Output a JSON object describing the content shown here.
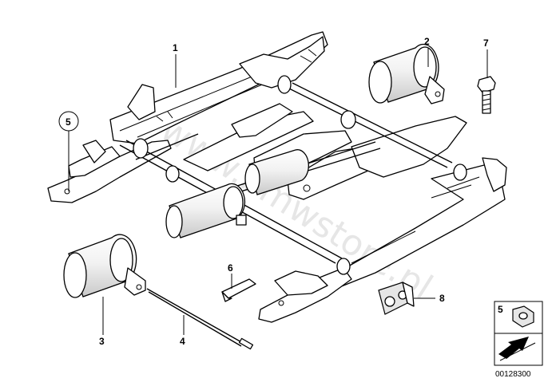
{
  "callouts": [
    {
      "id": "c1",
      "label": "1"
    },
    {
      "id": "c2",
      "label": "2"
    },
    {
      "id": "c3",
      "label": "3"
    },
    {
      "id": "c4",
      "label": "4"
    },
    {
      "id": "c5",
      "label": "5"
    },
    {
      "id": "c6",
      "label": "6"
    },
    {
      "id": "c7",
      "label": "7"
    },
    {
      "id": "c8",
      "label": "8"
    }
  ],
  "legend": {
    "label": "5"
  },
  "watermark": "www.bmwstore.pl",
  "drawing_code": "00128300",
  "colors": {
    "line": "#000000",
    "background": "#ffffff",
    "watermark": "#c8c8c8"
  }
}
